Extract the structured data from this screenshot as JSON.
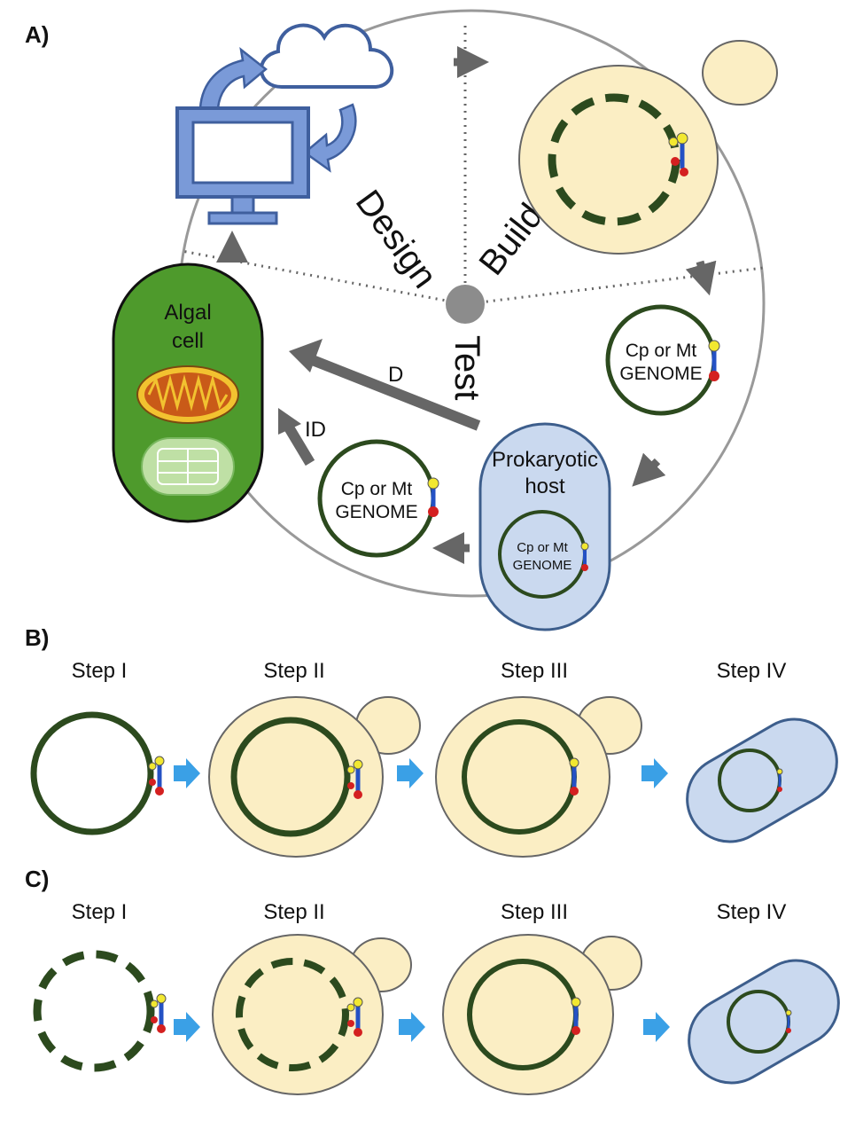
{
  "panels": {
    "a": {
      "label": "A)",
      "phases": {
        "design": "Design",
        "build": "Build",
        "test": "Test"
      },
      "algal_cell": {
        "line1": "Algal",
        "line2": "cell"
      },
      "prokaryotic_host": {
        "line1": "Prokaryotic",
        "line2": "host"
      },
      "genome": {
        "line1": "Cp or Mt",
        "line2": "GENOME"
      },
      "arrow_direct": "D",
      "arrow_indirect": "ID"
    },
    "b": {
      "label": "B)",
      "steps": [
        "Step I",
        "Step II",
        "Step III",
        "Step IV"
      ]
    },
    "c": {
      "label": "C)",
      "steps": [
        "Step I",
        "Step II",
        "Step III",
        "Step IV"
      ]
    }
  },
  "colors": {
    "genome_ring": "#2c4a1e",
    "yeast_fill": "#fbeec4",
    "prokaryote_fill": "#cad9ef",
    "prokaryote_stroke": "#3d5e8c",
    "algal_green": "#4e9a2c",
    "computer_blue": "#7a9ad8",
    "step_arrow": "#3aa0e6",
    "cycle_arrow": "#666666",
    "marker_yellow": "#f2e830",
    "marker_red": "#d42020",
    "marker_blue": "#2451c4"
  },
  "icons": [
    "cloud-icon",
    "computer-monitor-icon",
    "mitochondrion-icon",
    "chloroplast-icon"
  ]
}
